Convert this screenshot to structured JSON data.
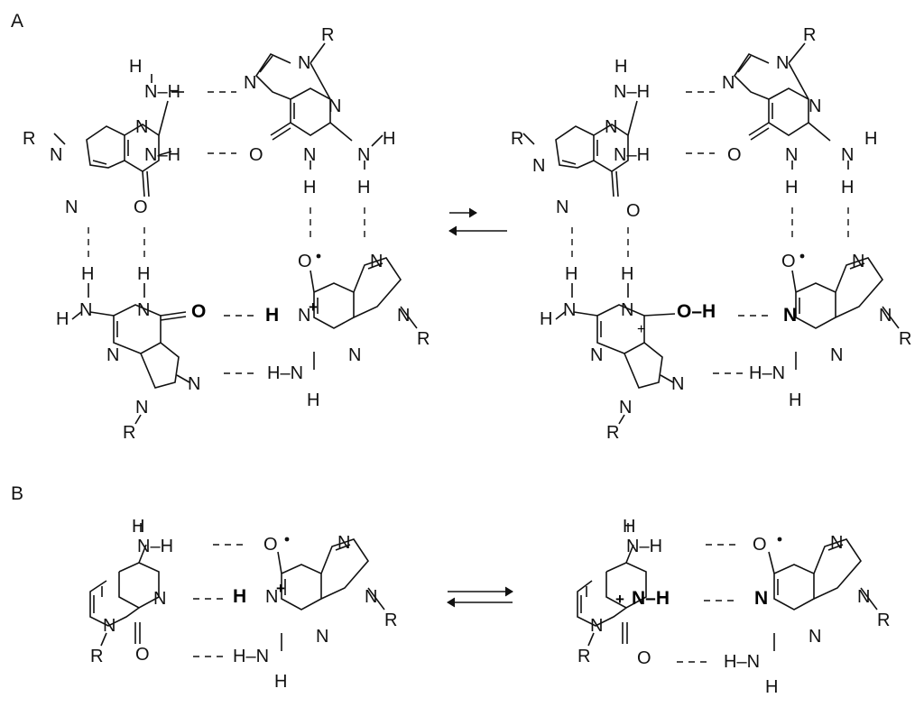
{
  "panels": {
    "a": "A",
    "b": "B"
  },
  "atoms": {
    "N": "N",
    "O": "O",
    "H": "H",
    "R": "R",
    "NH": "N–H",
    "HN": "H–N",
    "OH": "O–H",
    "plus": "+"
  },
  "icons": {
    "equilibrium": "equilibrium-arrows-icon",
    "radical": "radical-dot-icon"
  }
}
